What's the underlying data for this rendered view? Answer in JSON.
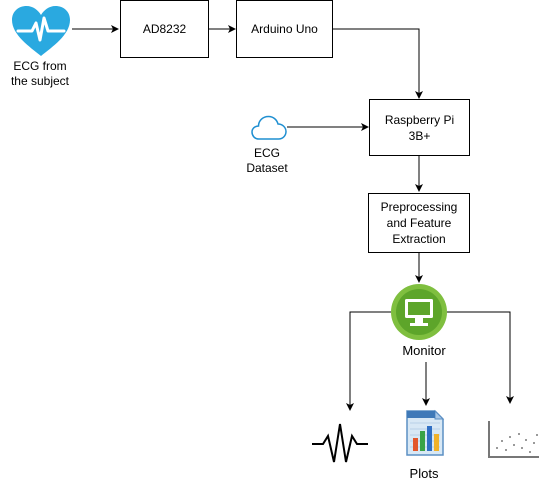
{
  "nodes": {
    "ecg_subject": {
      "label": "ECG from\nthe subject",
      "icon": "heart-ecg-icon",
      "color": "#2aa9e0"
    },
    "ad8232": {
      "label": "AD8232"
    },
    "arduino": {
      "label": "Arduino Uno"
    },
    "raspberry": {
      "label": "Raspberry Pi\n3B+"
    },
    "ecg_dataset": {
      "label": "ECG\nDataset",
      "icon": "cloud-icon",
      "color": "#1f8fd1"
    },
    "preprocessing": {
      "label": "Preprocessing\nand Feature\nExtraction"
    },
    "monitor": {
      "label": "Monitor",
      "icon": "monitor-icon",
      "color": "#7fbf3f"
    },
    "plots": {
      "label": "Plots",
      "icon": "spreadsheet-chart-icon"
    }
  },
  "outputs": [
    {
      "icon": "ecg-waveform-icon"
    },
    {
      "icon": "spreadsheet-chart-icon"
    },
    {
      "icon": "scatter-plot-icon"
    }
  ]
}
